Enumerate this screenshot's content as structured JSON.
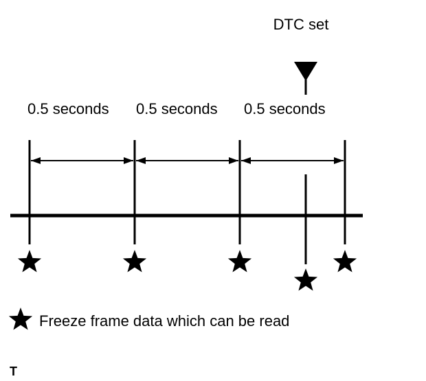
{
  "diagram": {
    "dtc_label": "DTC set",
    "intervals": [
      "0.5 seconds",
      "0.5 seconds",
      "0.5 seconds"
    ],
    "legend": {
      "icon": "star-icon",
      "label": "Freeze frame data which can be read"
    },
    "corner_mark": "T"
  },
  "colors": {
    "ink": "#000000",
    "background": "#ffffff"
  }
}
